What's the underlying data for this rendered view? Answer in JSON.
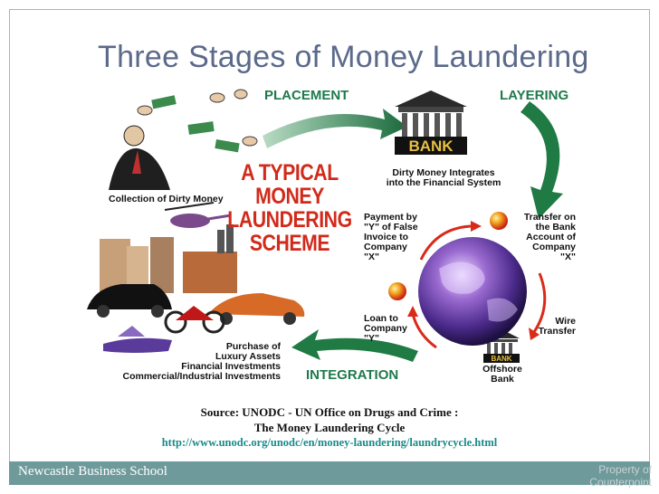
{
  "title": "Three Stages of Money Laundering",
  "stages": {
    "placement": "PLACEMENT",
    "layering": "LAYERING",
    "integration": "INTEGRATION"
  },
  "scheme_title": [
    "A TYPICAL",
    "MONEY",
    "LAUNDERING",
    "SCHEME"
  ],
  "bank_sign": "BANK",
  "offshore_sign": "BANK",
  "labels": {
    "collection": "Collection of Dirty Money",
    "dirty_integrates_1": "Dirty Money Integrates",
    "dirty_integrates_2": "into the Financial System",
    "payment": [
      "Payment by",
      "\"Y\" of False",
      "Invoice to",
      "Company",
      "\"X\""
    ],
    "transfer": [
      "Transfer on",
      "the Bank",
      "Account of",
      "Company",
      "\"X\""
    ],
    "loan": [
      "Loan to",
      "Company",
      "\"Y\""
    ],
    "wire": [
      "Wire",
      "Transfer"
    ],
    "offshore": [
      "Offshore",
      "Bank"
    ],
    "purchase": [
      "Purchase of",
      "Luxury Assets",
      "Financial Investments",
      "Commercial/Industrial Investments"
    ]
  },
  "source_line1": "Source: UNODC - UN Office on Drugs and Crime :",
  "source_line2": "The Money Laundering Cycle",
  "source_url": "http://www.unodc.org/unodc/en/money-laundering/laundrycycle.html",
  "footer": "Newcastle Business School",
  "watermark": [
    "Property of",
    "Counterpoint"
  ],
  "colors": {
    "title": "#5b6a8a",
    "stage_green": "#1e7a4c",
    "scheme_red": "#d22a1a",
    "url_teal": "#1a8a8a",
    "footer_bar": "#6e9a9c"
  }
}
